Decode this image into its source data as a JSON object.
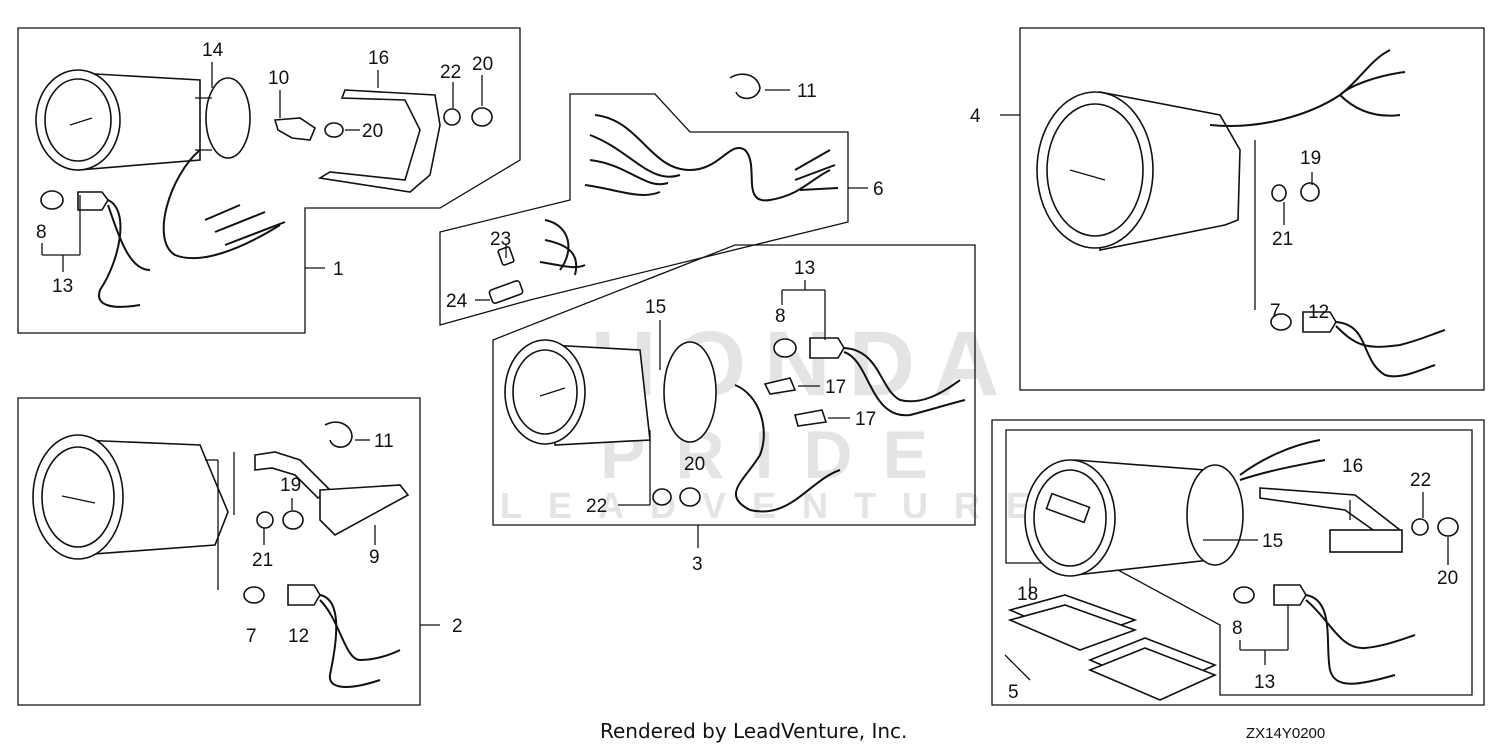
{
  "diagram": {
    "credit": "Rendered by LeadVenture, Inc.",
    "diagram_code": "ZX14Y0200",
    "watermark": {
      "brand": "HONDA",
      "subtitle": "PRIDE",
      "owner": "LEADVENTURE"
    },
    "callouts": {
      "c1": "1",
      "c2": "2",
      "c3": "3",
      "c4": "4",
      "c5": "5",
      "c6": "6",
      "c7a": "7",
      "c7b": "7",
      "c8a": "8",
      "c8b": "8",
      "c8c": "8",
      "c9": "9",
      "c10": "10",
      "c11a": "11",
      "c11b": "11",
      "c12a": "12",
      "c12b": "12",
      "c13a": "13",
      "c13b": "13",
      "c13c": "13",
      "c14": "14",
      "c15a": "15",
      "c15b": "15",
      "c16a": "16",
      "c16b": "16",
      "c17a": "17",
      "c17b": "17",
      "c18": "18",
      "c19a": "19",
      "c19b": "19",
      "c20a": "20",
      "c20b": "20",
      "c20c": "20",
      "c20d": "20",
      "c21a": "21",
      "c21b": "21",
      "c22a": "22",
      "c22b": "22",
      "c22c": "22",
      "c23": "23",
      "c24": "24"
    }
  }
}
